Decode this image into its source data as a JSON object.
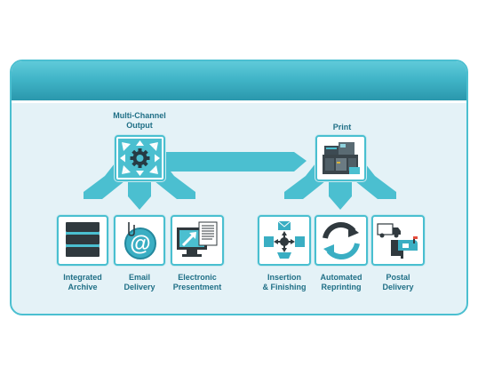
{
  "hubs": {
    "multichannel": {
      "label": "Multi-Channel\nOutput",
      "icon": "gear-arrows-icon"
    },
    "print": {
      "label": "Print",
      "icon": "printer-machine-icon"
    }
  },
  "outputs": {
    "integrated_archive": {
      "label": "Integrated\nArchive",
      "icon": "server-stack-icon"
    },
    "email_delivery": {
      "label": "Email\nDelivery",
      "icon": "email-at-icon"
    },
    "electronic_presentment": {
      "label": "Electronic\nPresentment",
      "icon": "monitor-document-icon"
    },
    "insertion_finishing": {
      "label": "Insertion\n& Finishing",
      "icon": "envelope-arrows-icon"
    },
    "automated_reprinting": {
      "label": "Automated\nReprinting",
      "icon": "refresh-cycle-icon"
    },
    "postal_delivery": {
      "label": "Postal\nDelivery",
      "icon": "truck-mailbox-icon"
    }
  },
  "colors": {
    "accent": "#4bbfd0",
    "dark_accent": "#2a97ac",
    "text": "#1f6f86",
    "panel": "#e4f2f7"
  }
}
